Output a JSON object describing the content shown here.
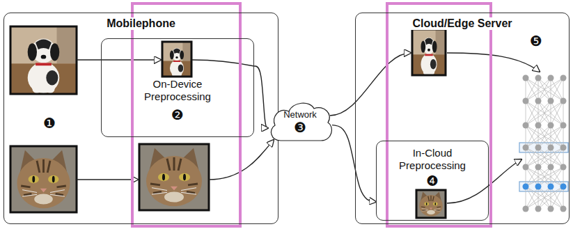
{
  "diagram": {
    "nodes": [
      {
        "text": [
          "Mobilephone"
        ]
      },
      {
        "text": [
          "On-Device Preprocessing",
          "❷"
        ],
        "in": 0
      },
      {
        "text": [
          "Network",
          "❸"
        ]
      },
      {
        "text": [
          "Cloud/Edge Server"
        ]
      },
      {
        "text": [
          "In-Cloud Preprocessing",
          "❹"
        ],
        "in": 3
      }
    ],
    "edges": [
      {
        "from": 1,
        "to": 2,
        "arrow": "to"
      },
      {
        "from": 2,
        "to": 4,
        "arrow": "to"
      }
    ],
    "labels": [
      "❶",
      "❺"
    ]
  }
}
